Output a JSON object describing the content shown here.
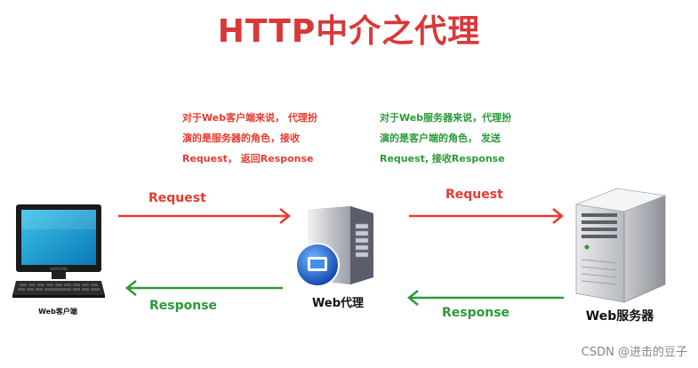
{
  "title": "HTTP中介之代理",
  "colors": {
    "title": "#d9383a",
    "request": "#e53b2f",
    "response": "#2a9a3a"
  },
  "desc_left": [
    "对于Web客户端来说， 代理扮",
    "演的是服务器的角色，接收",
    "Request， 返回Response"
  ],
  "desc_right": [
    "对于Web服务器来说，代理扮",
    "演的是客户端的角色， 发送",
    "Request, 接收Response"
  ],
  "arrows": {
    "request_left": "Request",
    "response_left": "Response",
    "request_right": "Request",
    "response_right": "Response"
  },
  "nodes": {
    "client": {
      "label": "Web客户端",
      "icon": "monitor-icon",
      "screen_text": "SAMSUNG"
    },
    "proxy": {
      "label": "Web代理",
      "icon": "proxy-server-icon"
    },
    "server": {
      "label": "Web服务器",
      "icon": "server-tower-icon"
    }
  },
  "watermark": "CSDN @进击的豆子"
}
